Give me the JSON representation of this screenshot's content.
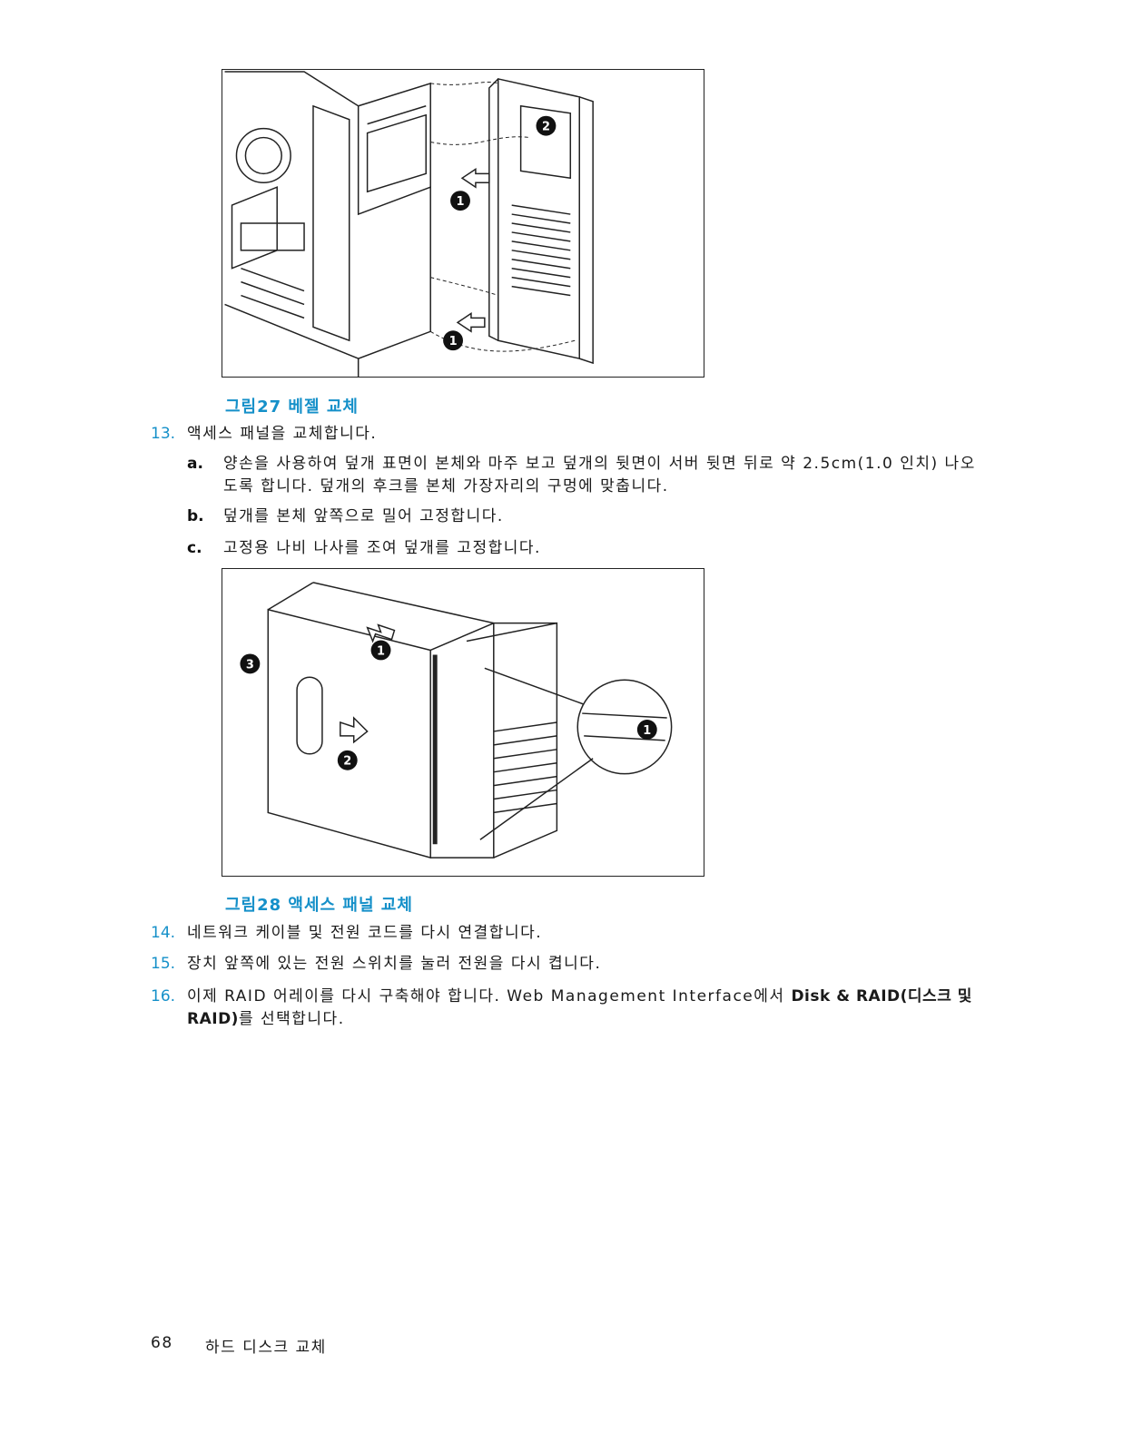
{
  "figures": [
    {
      "caption": "그림27 베젤 교체",
      "callouts": [
        "2",
        "1",
        "1"
      ]
    },
    {
      "caption": "그림28 액세스 패널 교체",
      "callouts": [
        "3",
        "1",
        "2",
        "1"
      ]
    }
  ],
  "steps": [
    {
      "num": "13.",
      "text": "액세스 패널을 교체합니다."
    },
    {
      "num": "14.",
      "text": "네트워크 케이블 및 전원 코드를 다시 연결합니다."
    },
    {
      "num": "15.",
      "text": "장치 앞쪽에 있는 전원 스위치를 눌러 전원을 다시 켭니다."
    },
    {
      "num": "16.",
      "text_before": "이제 RAID 어레이를 다시 구축해야 합니다. Web Management Interface에서 ",
      "ui_text": "Disk & RAID(디스크 및 RAID)",
      "text_after": "를 선택합니다."
    }
  ],
  "substeps": [
    {
      "num": "a.",
      "text": "양손을 사용하여 덮개 표면이 본체와 마주 보고 덮개의 뒷면이 서버 뒷면 뒤로 약 2.5cm(1.0 인치) 나오도록 합니다. 덮개의 후크를 본체 가장자리의 구멍에 맞춥니다."
    },
    {
      "num": "b.",
      "text": "덮개를 본체 앞쪽으로 밀어 고정합니다."
    },
    {
      "num": "c.",
      "text": "고정용 나비 나사를 조여 덮개를 고정합니다."
    }
  ],
  "footer": {
    "page_number": "68",
    "section": "하드 디스크 교체"
  }
}
